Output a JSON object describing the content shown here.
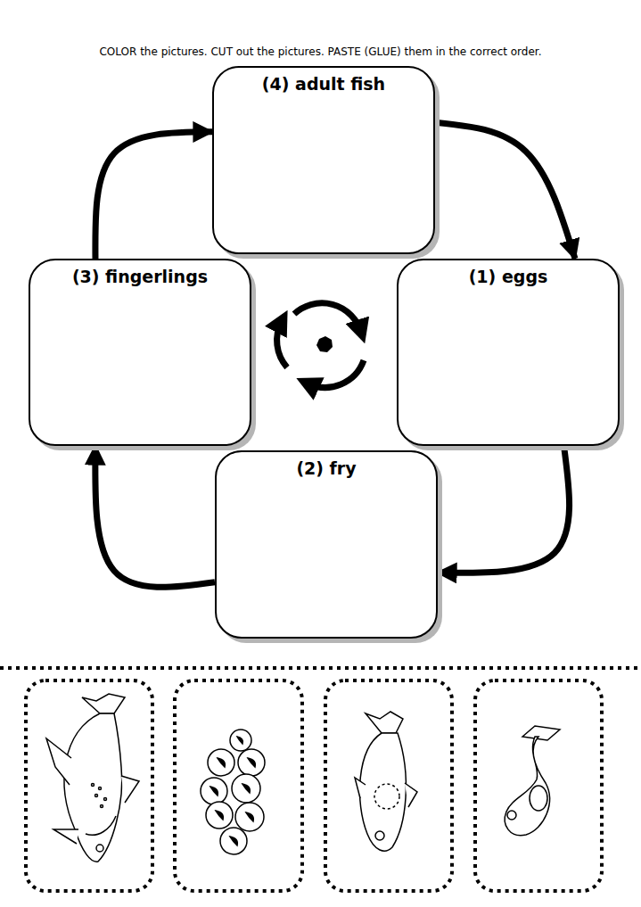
{
  "diagram": {
    "title": "COLOR the pictures. CUT out the pictures. PASTE (GLUE) them in the correct order.",
    "nodes": [
      {
        "text": [
          "(4) adult fish"
        ]
      },
      {
        "text": [
          "(3) fingerlings"
        ]
      },
      {
        "text": [
          "(1) eggs"
        ]
      },
      {
        "text": [
          "(2) fry"
        ]
      }
    ],
    "edges": [
      {
        "from": 0,
        "to": 2,
        "arrow": "to"
      },
      {
        "from": 2,
        "to": 3,
        "arrow": "to"
      },
      {
        "from": 3,
        "to": 1,
        "arrow": "to"
      },
      {
        "from": 1,
        "to": 0,
        "arrow": "to"
      }
    ]
  }
}
